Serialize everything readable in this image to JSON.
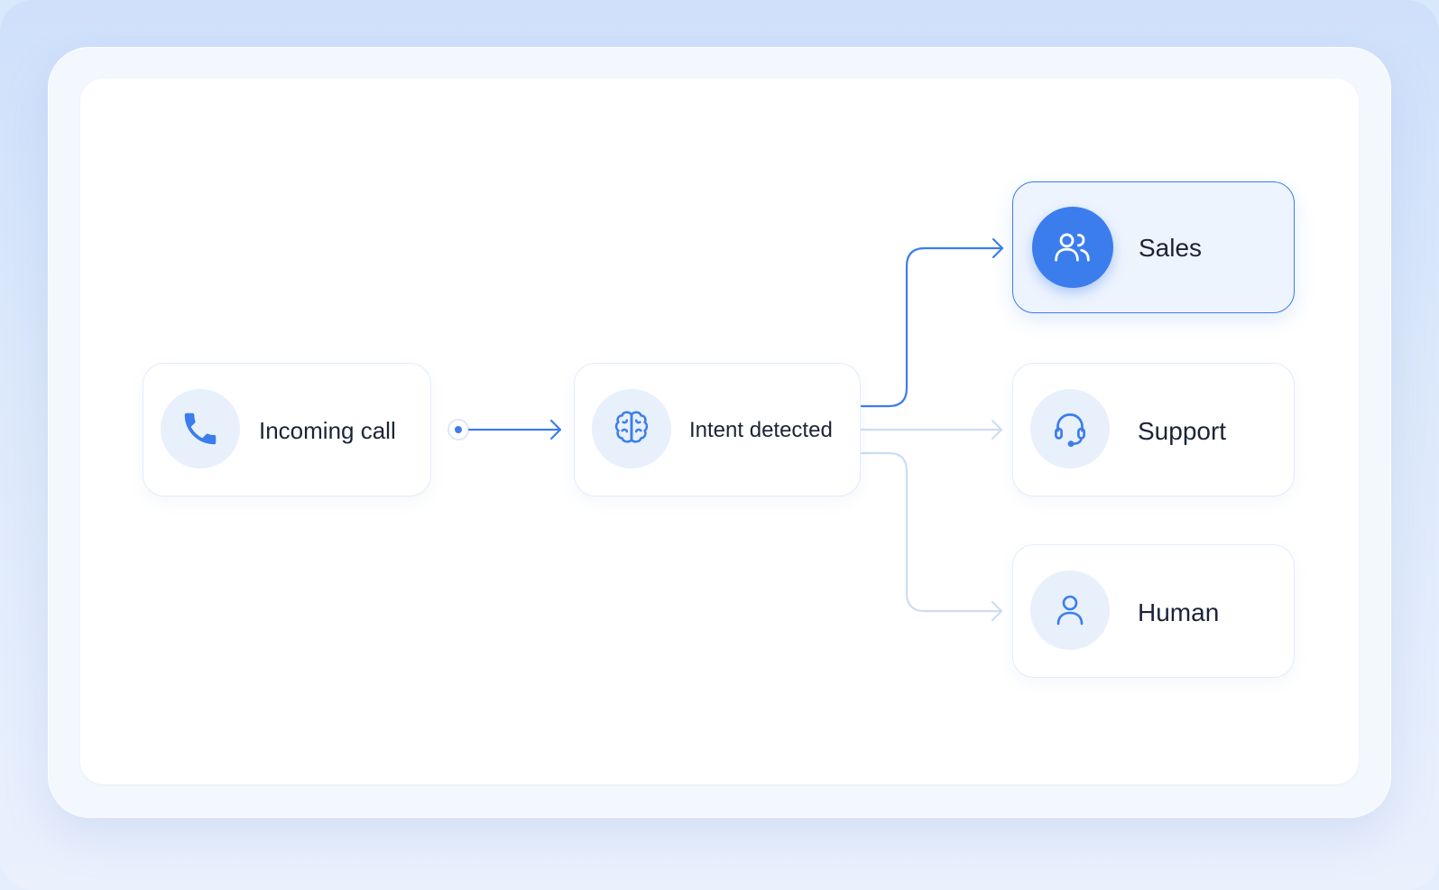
{
  "colors": {
    "accent": "#3b7ded",
    "accent_light": "#e8f0fc",
    "inactive_connector": "#cfdcf4",
    "text": "#1b2436"
  },
  "flow": {
    "source": {
      "label": "Incoming call",
      "icon": "phone-icon"
    },
    "classifier": {
      "label": "Intent detected",
      "icon": "brain-icon"
    },
    "destinations": [
      {
        "label": "Sales",
        "icon": "users-icon",
        "active": true
      },
      {
        "label": "Support",
        "icon": "headset-icon",
        "active": false
      },
      {
        "label": "Human",
        "icon": "user-icon",
        "active": false
      }
    ]
  }
}
